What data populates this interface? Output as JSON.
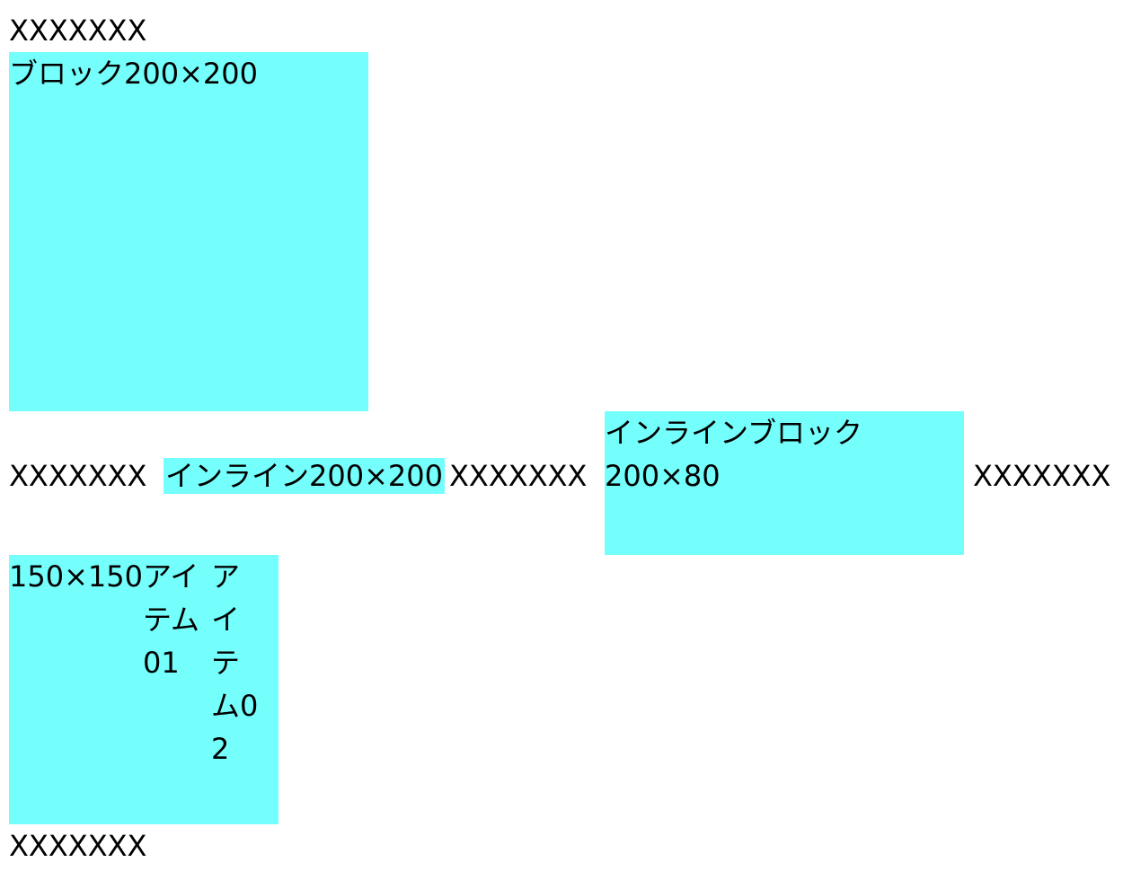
{
  "filler_text": "XXXXXXX",
  "block": {
    "label": "ブロック200×200"
  },
  "inline_row": {
    "before": "XXXXXXX",
    "inline_label": "インライン200×200",
    "middle": "XXXXXXX",
    "inline_block_label": "インラインブロック200×80",
    "after": "XXXXXXX"
  },
  "flex": {
    "label": "150×150",
    "items": [
      "アイテム01",
      "アイテム02"
    ]
  },
  "footer_text": "XXXXXXX",
  "colors": {
    "box_background": "#74fffc"
  }
}
